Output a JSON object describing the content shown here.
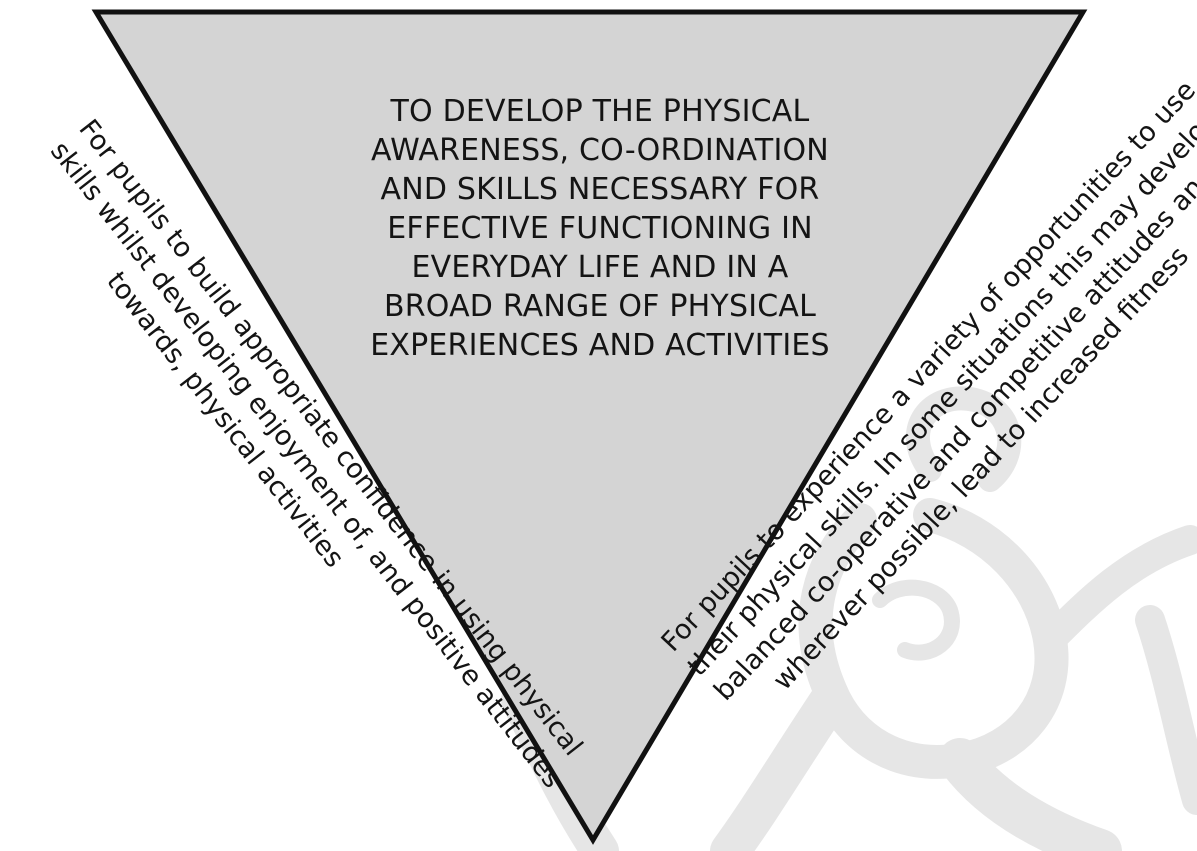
{
  "diagram": {
    "colors": {
      "triangle_fill": "#d4d4d4",
      "triangle_stroke": "#111111",
      "watermark": "#e6e6e6"
    },
    "center_text": {
      "lines": [
        "TO DEVELOP THE PHYSICAL",
        "AWARENESS, CO-ORDINATION",
        "AND SKILLS NECESSARY FOR",
        "EFFECTIVE FUNCTIONING IN",
        "EVERYDAY LIFE AND IN A",
        "BROAD RANGE OF PHYSICAL",
        "EXPERIENCES AND ACTIVITIES"
      ]
    },
    "left_text": {
      "lines": [
        "For pupils to build appropriate confidence in using physical",
        "skills whilst developing enjoyment of, and positive attitudes",
        "towards, physical activities"
      ]
    },
    "right_text": {
      "lines": [
        "For pupils to experience a variety of opportunities to use",
        "their physical skills. In some situations this may develop",
        "balanced co-operative and competitive attitudes and ,",
        "wherever possible, lead to increased fitness"
      ]
    }
  }
}
